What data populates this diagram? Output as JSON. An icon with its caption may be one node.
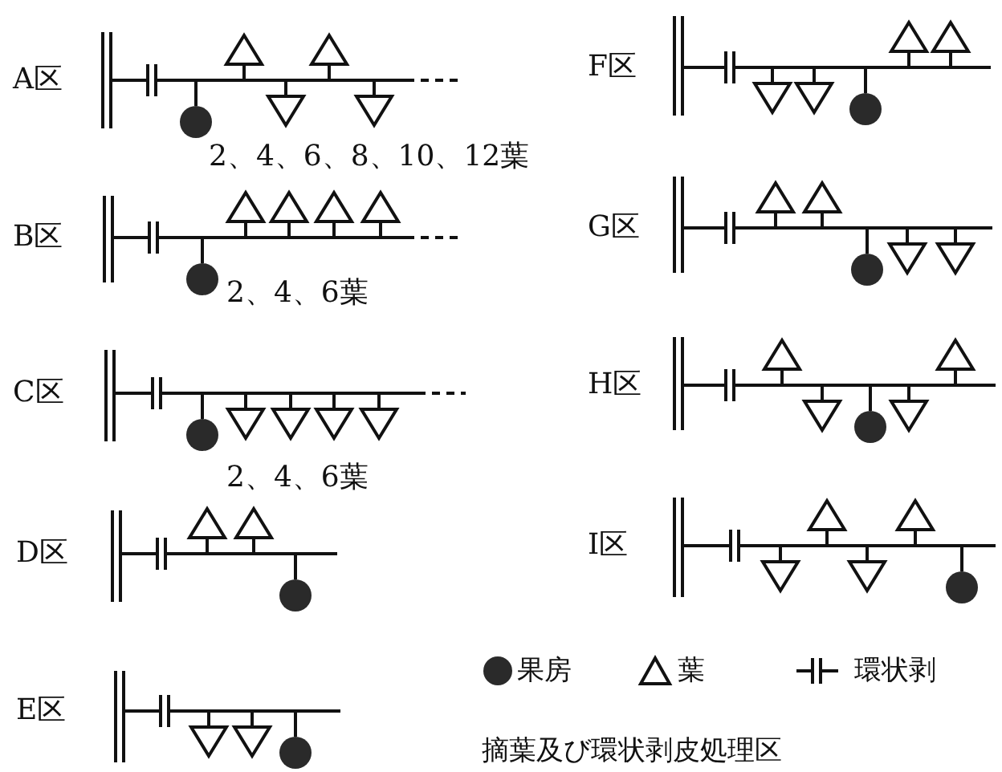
{
  "diagram": {
    "caption": "摘葉及び環状剥皮処理区",
    "labels": [
      "A区",
      "2、4、6、8、10、12葉",
      "B区",
      "2、4、6葉",
      "C区",
      "2、4、6葉",
      "D区",
      "E区",
      "F区",
      "G区",
      "H区",
      "I区"
    ],
    "legend": [
      {
        "text": "果房"
      },
      {
        "text": "葉"
      },
      {
        "text": "環状剥"
      }
    ]
  }
}
